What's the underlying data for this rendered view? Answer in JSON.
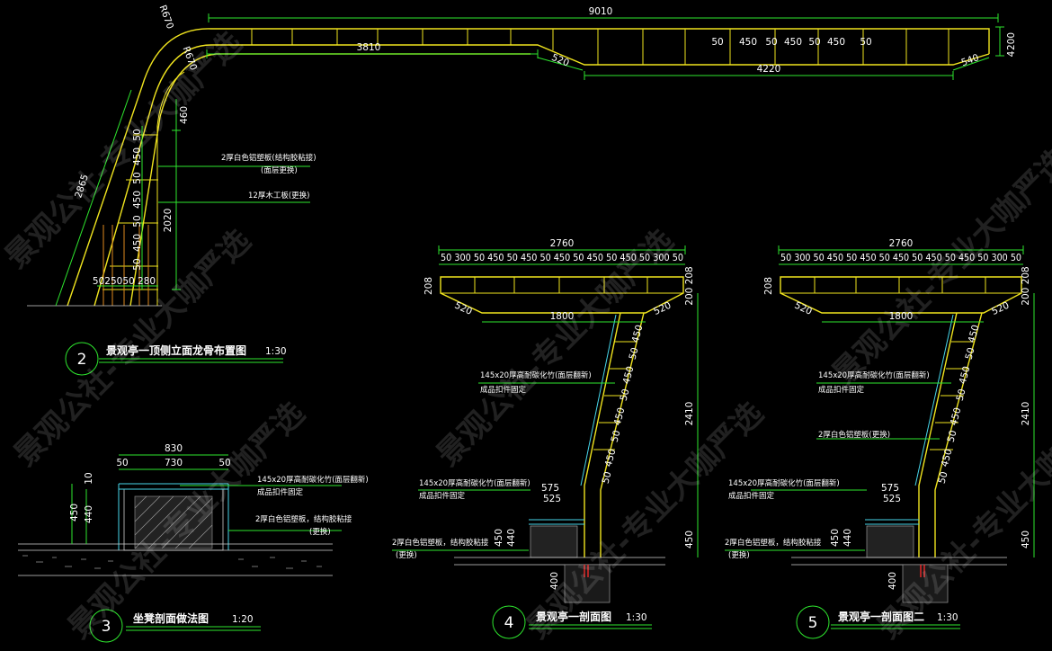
{
  "detail2": {
    "number": "2",
    "title": "景观亭一顶侧立面龙骨布置图",
    "scale": "1:30",
    "dims": {
      "d9010": "9010",
      "d3810": "3810",
      "d4220": "4220",
      "d520": "520",
      "d540": "540",
      "dr1": "R670",
      "dr2": "R670",
      "d200": "200",
      "d4": "4",
      "s50a": "50",
      "s450a": "450",
      "s50b": "50",
      "s450b": "450",
      "s50c": "50",
      "s450c": "450",
      "s50d": "50",
      "d460": "460",
      "d2865": "2865",
      "d2020": "2020",
      "v50a": "50",
      "v450a": "450",
      "v50b": "50",
      "v450b": "450",
      "v50c": "50",
      "v450c": "450",
      "v50d": "50",
      "bot": "5025050 280"
    },
    "notes": {
      "n1": "2厚白色铝塑板(结构胶粘接)",
      "n1b": "(面层更换)",
      "n2": "12厚木工板(更换)"
    }
  },
  "detail3": {
    "number": "3",
    "title": "坐凳剖面做法图",
    "scale": "1:20",
    "dims": {
      "d830": "830",
      "d730": "730",
      "d50a": "50",
      "d50b": "50",
      "d450": "450",
      "d440": "440",
      "d10": "10"
    },
    "notes": {
      "n1": "145x20厚高耐碳化竹(面层翻新)",
      "n1b": "成品扣件固定",
      "n2": "2厚白色铝塑板，结构胶粘接",
      "n2b": "(更换)"
    }
  },
  "detail4": {
    "number": "4",
    "title": "景观亭一剖面图",
    "scale": "1:30",
    "dims": {
      "d2760": "2760",
      "top": "50 300 50 450 50 450 50 450 50 450 50 450 50 300 50",
      "d208l": "208",
      "d208r": "200 208",
      "d520l": "520",
      "d520r": "520",
      "d1800": "1800",
      "d2410": "2410",
      "d450v": "450",
      "d575": "575",
      "d525": "525",
      "d450s": "450",
      "d440s": "440",
      "d400": "400",
      "p1": "450",
      "p2": "50",
      "p3": "450",
      "p4": "50",
      "p5": "450",
      "p6": "50",
      "p7": "450",
      "p8": "50"
    },
    "notes": {
      "n1": "145x20厚高耐碳化竹(面层翻新)",
      "n1b": "成品扣件固定",
      "n2": "145x20厚高耐碳化竹(面层翻新)",
      "n2b": "成品扣件固定",
      "n3": "2厚白色铝塑板，结构胶粘接",
      "n3b": "(更换)"
    }
  },
  "detail5": {
    "number": "5",
    "title": "景观亭一剖面图二",
    "scale": "1:30",
    "dims": {
      "d2760": "2760",
      "top": "50 300 50 450 50 450 50 450 50 450 50 450 50 300 50",
      "d208l": "208",
      "d208r": "200 208",
      "d520l": "520",
      "d520r": "520",
      "d1800": "1800",
      "d2410": "2410",
      "d450v": "450",
      "d575": "575",
      "d525": "525",
      "d450s": "450",
      "d440s": "440",
      "d400": "400",
      "p1": "450",
      "p2": "50",
      "p3": "450",
      "p4": "50",
      "p5": "450",
      "p6": "50",
      "p7": "450",
      "p8": "50"
    },
    "notes": {
      "n1": "145x20厚高耐碳化竹(面层翻新)",
      "n1b": "成品扣件固定",
      "n2": "2厚白色铝塑板(更换)",
      "n3": "145x20厚高耐碳化竹(面层翻新)",
      "n3b": "成品扣件固定",
      "n4": "2厚白色铝塑板，结构胶粘接",
      "n4b": "(更换)"
    }
  },
  "watermark": "景观公社-专业大咖严选",
  "colors": {
    "frame": "#f0e41e",
    "dimension": "#2ee62e",
    "finish": "#47d6ea",
    "text": "#ffffff"
  }
}
